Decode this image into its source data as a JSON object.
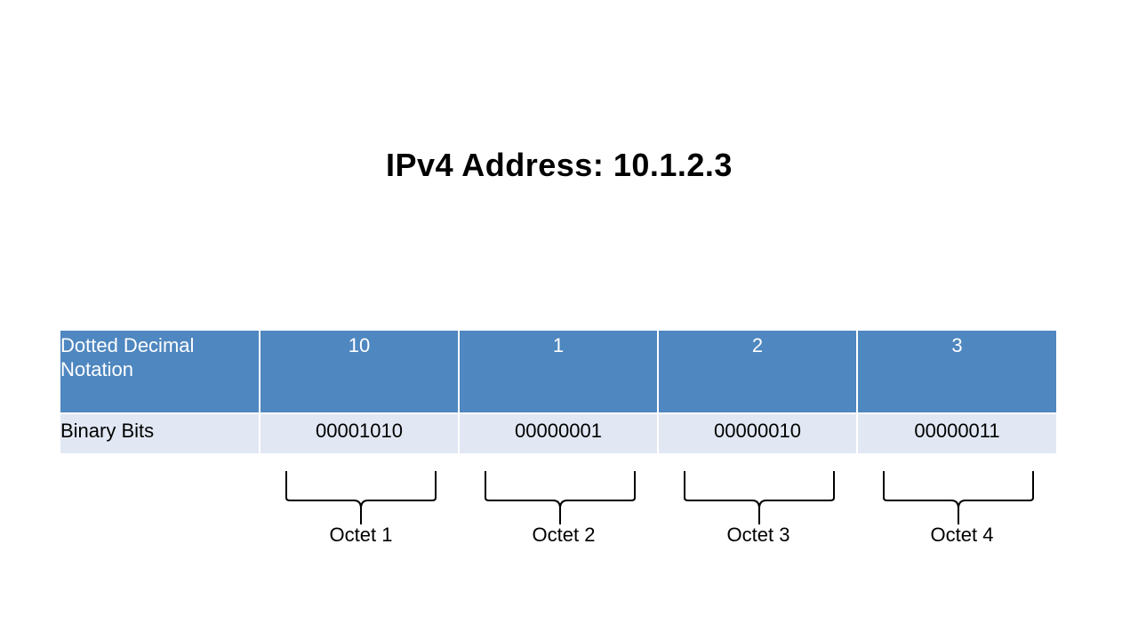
{
  "title": "IPv4 Address: 10.1.2.3",
  "table": {
    "rows": [
      {
        "label": "Dotted Decimal Notation",
        "values": [
          "10",
          "1",
          "2",
          "3"
        ]
      },
      {
        "label": "Binary Bits",
        "values": [
          "00001010",
          "00000001",
          "00000010",
          "00000011"
        ]
      }
    ]
  },
  "octets": [
    "Octet 1",
    "Octet 2",
    "Octet 3",
    "Octet 4"
  ],
  "colors": {
    "header_fill": "#4f87c0",
    "body_fill": "#e1e8f4",
    "header_text": "#ffffff"
  }
}
